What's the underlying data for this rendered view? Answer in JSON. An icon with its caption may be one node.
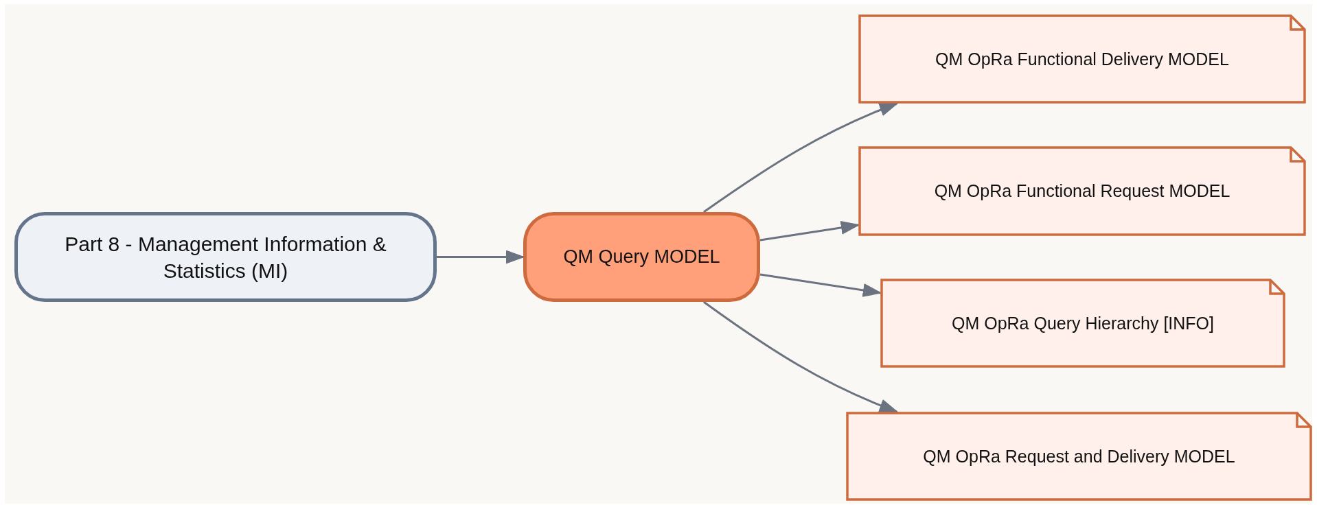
{
  "diagram": {
    "nodes": [
      {
        "text": [
          "Part 8 - Management Information & Statistics (MI)"
        ]
      },
      {
        "text": [
          "QM Query MODEL"
        ]
      },
      {
        "text": [
          "QM OpRa Functional Delivery MODEL"
        ]
      },
      {
        "text": [
          "QM OpRa Functional Request MODEL"
        ]
      },
      {
        "text": [
          "QM OpRa Query Hierarchy [INFO]"
        ]
      },
      {
        "text": [
          "QM OpRa Request and Delivery MODEL"
        ]
      }
    ],
    "edges": [
      {
        "from": 0,
        "to": 1,
        "arrow": "to"
      },
      {
        "from": 1,
        "to": 2,
        "arrow": "to"
      },
      {
        "from": 1,
        "to": 3,
        "arrow": "to"
      },
      {
        "from": 1,
        "to": 4,
        "arrow": "to"
      },
      {
        "from": 1,
        "to": 5,
        "arrow": "to"
      }
    ]
  }
}
